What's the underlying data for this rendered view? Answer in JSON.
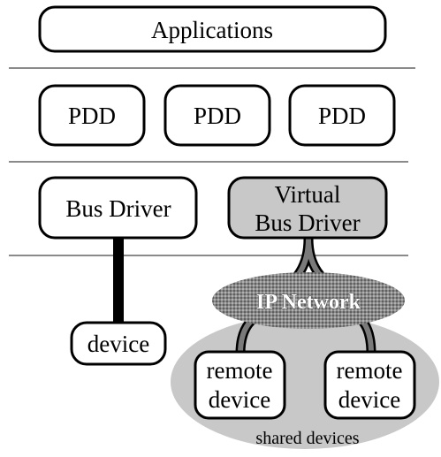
{
  "layers": {
    "applications": {
      "label": "Applications"
    },
    "pdd": {
      "labels": [
        "PDD",
        "PDD",
        "PDD"
      ]
    },
    "bus_driver": {
      "label": "Bus Driver"
    },
    "virtual_bus_driver": {
      "line1": "Virtual",
      "line2": "Bus Driver"
    }
  },
  "local_device": {
    "label": "device"
  },
  "network": {
    "label": "IP Network"
  },
  "remote_devices": [
    {
      "line1": "remote",
      "line2": "device"
    },
    {
      "line1": "remote",
      "line2": "device"
    }
  ],
  "shared_area": {
    "label": "shared devices"
  },
  "colors": {
    "box_fill": "#ffffff",
    "virtual_fill": "#c8c8c8",
    "shared_area_fill": "#c8c8c8",
    "network_fill": "#8a8a8a",
    "stroke": "#000000"
  }
}
